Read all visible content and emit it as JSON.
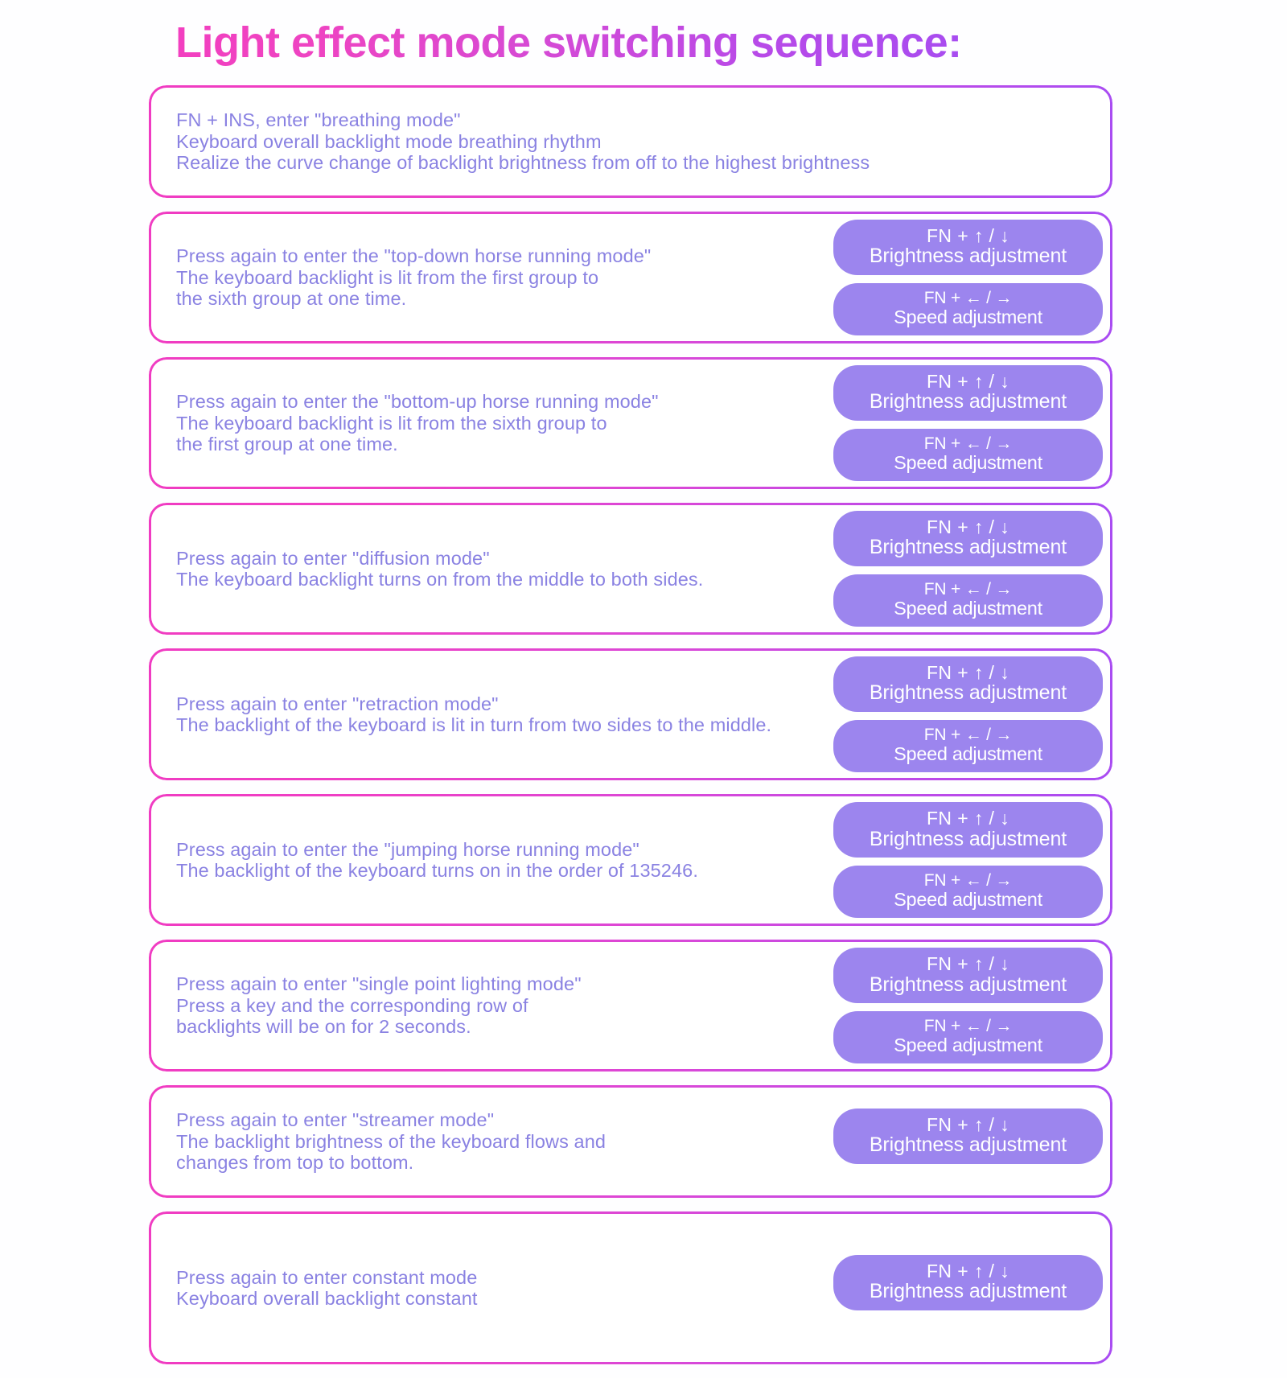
{
  "title": "Light effect mode switching sequence:",
  "colors": {
    "border_gradient_start": "#f03cc2",
    "border_gradient_end": "#a94cf2",
    "body_text": "#8a82e2",
    "button_bg": "#9c85ee",
    "button_text": "#ffffff",
    "background": "#fefeff"
  },
  "buttons": {
    "brightness": {
      "combo": "FN + ↑ / ↓",
      "label": "Brightness adjustment"
    },
    "speed": {
      "combo": "FN + ← / →",
      "label": "Speed adjustment"
    }
  },
  "cards": [
    {
      "text": "FN + INS, enter \"breathing mode\"\nKeyboard overall backlight mode breathing rhythm\nRealize the curve change of backlight brightness from off to the highest brightness",
      "has_brightness": false,
      "has_speed": false
    },
    {
      "text": "Press again to enter the \"top-down horse running mode\"\nThe keyboard backlight is lit from the first group to\nthe sixth group at one time.",
      "has_brightness": true,
      "has_speed": true
    },
    {
      "text": "Press again to enter the \"bottom-up horse running mode\"\nThe keyboard backlight is lit from the sixth group to\nthe first group at one time.",
      "has_brightness": true,
      "has_speed": true
    },
    {
      "text": "Press again to enter \"diffusion mode\"\nThe keyboard backlight turns on from the middle to both sides.",
      "has_brightness": true,
      "has_speed": true
    },
    {
      "text": "Press again to enter \"retraction mode\"\nThe backlight of the keyboard is lit in turn from two sides to the middle.",
      "has_brightness": true,
      "has_speed": true
    },
    {
      "text": "Press again to enter the \"jumping horse running mode\"\nThe backlight of the keyboard turns on in the order of 135246.",
      "has_brightness": true,
      "has_speed": true
    },
    {
      "text": "Press again to enter \"single point lighting mode\"\nPress a key and the corresponding row of\nbacklights will be on for 2 seconds.",
      "has_brightness": true,
      "has_speed": true
    },
    {
      "text": "Press again to enter \"streamer mode\"\nThe backlight brightness of the keyboard flows and\nchanges from top to bottom.",
      "has_brightness": true,
      "has_speed": false
    },
    {
      "text": "Press again to enter constant mode\nKeyboard overall backlight constant",
      "has_brightness": true,
      "has_speed": false
    }
  ]
}
